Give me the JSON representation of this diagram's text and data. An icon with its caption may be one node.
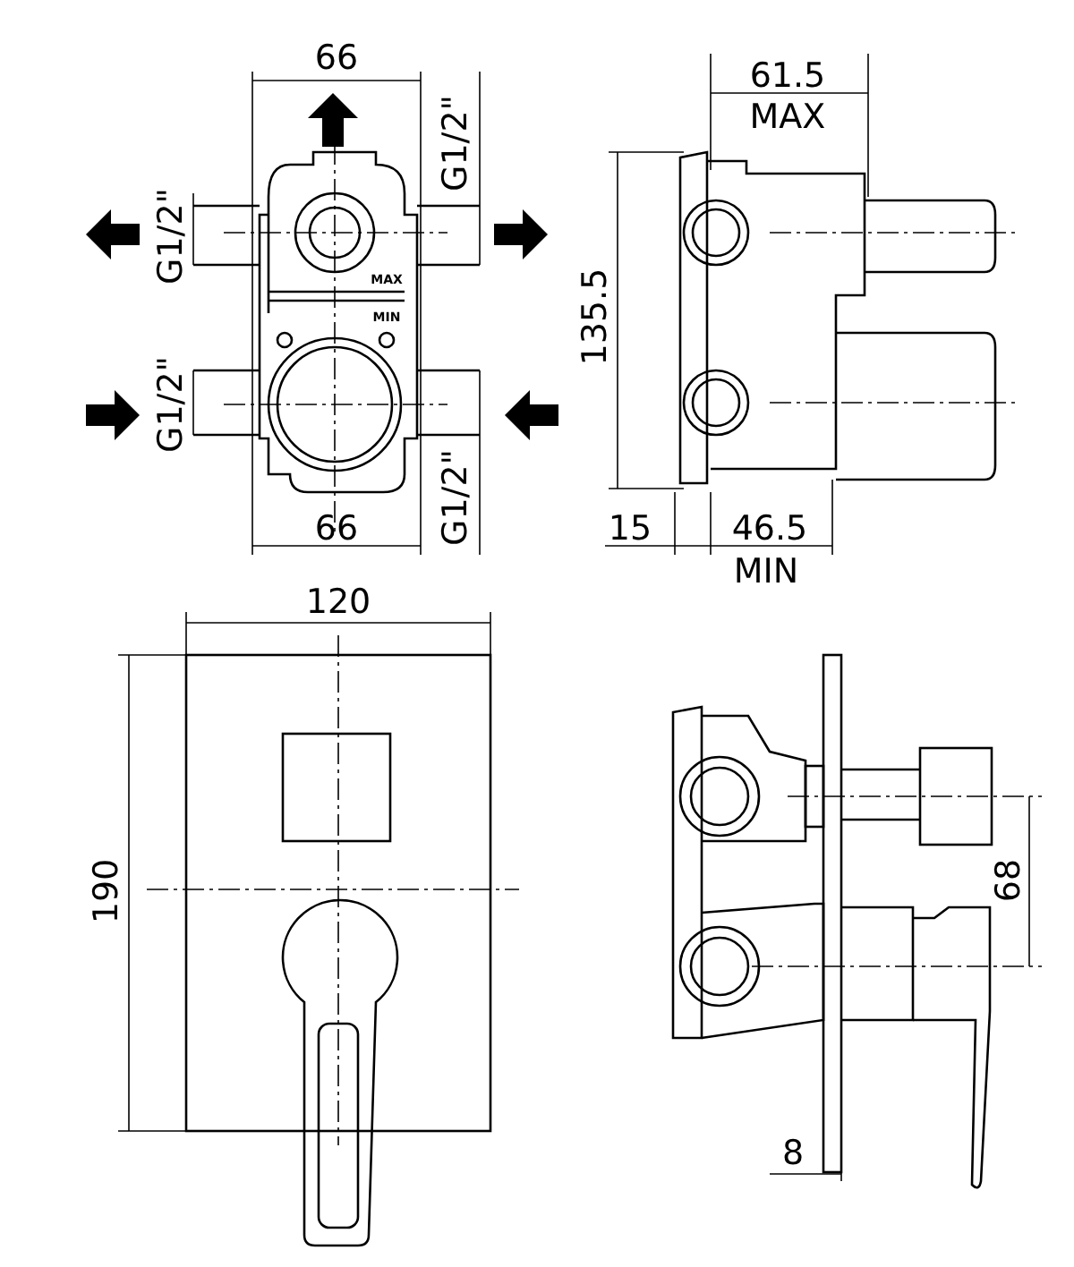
{
  "diagram": {
    "labels": [
      "66",
      "61.5",
      "MAX",
      "G1/2\"",
      "G1/2\"",
      "135.5",
      "MAX",
      "MIN",
      "G1/2\"",
      "66",
      "G1/2\"",
      "15",
      "46.5",
      "MIN",
      "120",
      "190",
      "68",
      "8"
    ]
  }
}
